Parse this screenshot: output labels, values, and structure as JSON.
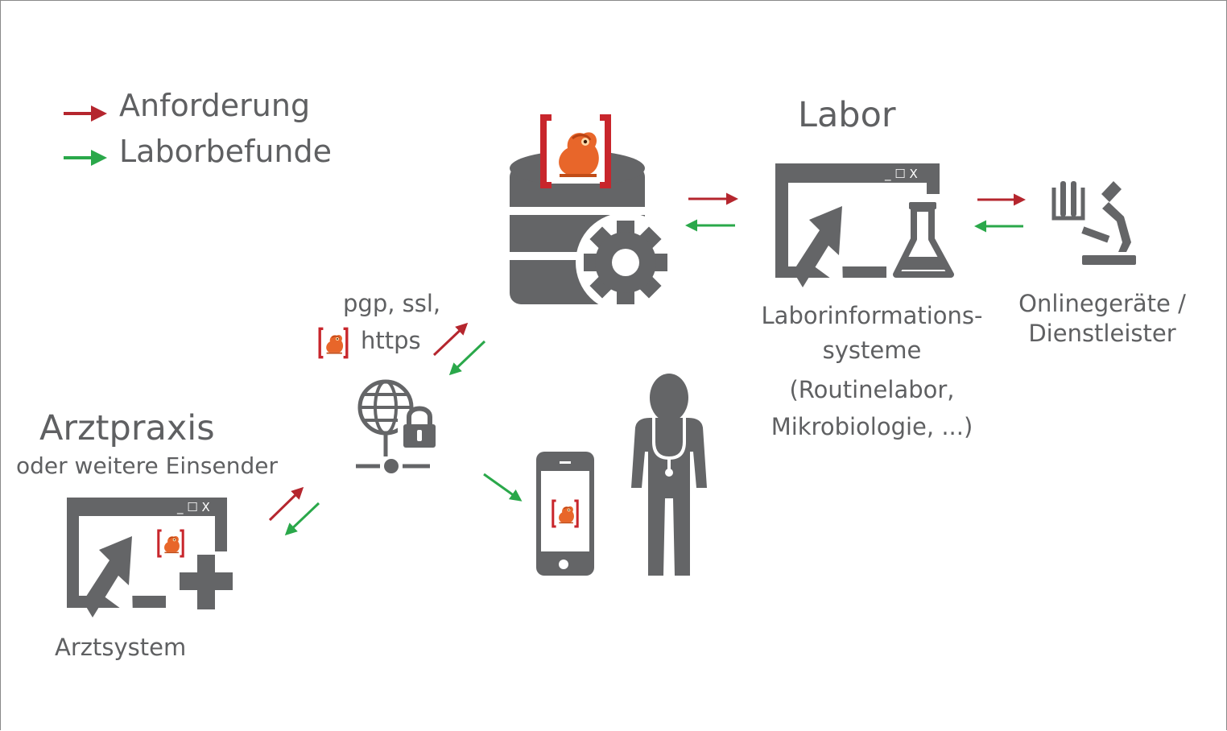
{
  "legend": {
    "request_label": "Anforderung",
    "result_label": "Laborbefunde"
  },
  "labor": {
    "title": "Labor",
    "system_label_line1": "Laborinformations-",
    "system_label_line2": "systeme",
    "system_label_line3": "(Routinelabor,",
    "system_label_line4": "Mikrobiologie, ...)"
  },
  "devices": {
    "label_line1": "Onlinegeräte /",
    "label_line2": "Dienstleister"
  },
  "network": {
    "protocols_line1": "pgp, ssl,",
    "protocols_line2": "https"
  },
  "practice": {
    "title": "Arztpraxis",
    "subtitle": "oder weitere Einsender",
    "system_label": "Arztsystem"
  },
  "colors": {
    "icon_gray": "#646567",
    "request_arrow": "#b5262e",
    "result_arrow": "#2aa84a",
    "bracket_red": "#c8262c",
    "mascot_orange": "#e8662a"
  },
  "icons": {
    "window_controls": "_ ☐ X"
  }
}
